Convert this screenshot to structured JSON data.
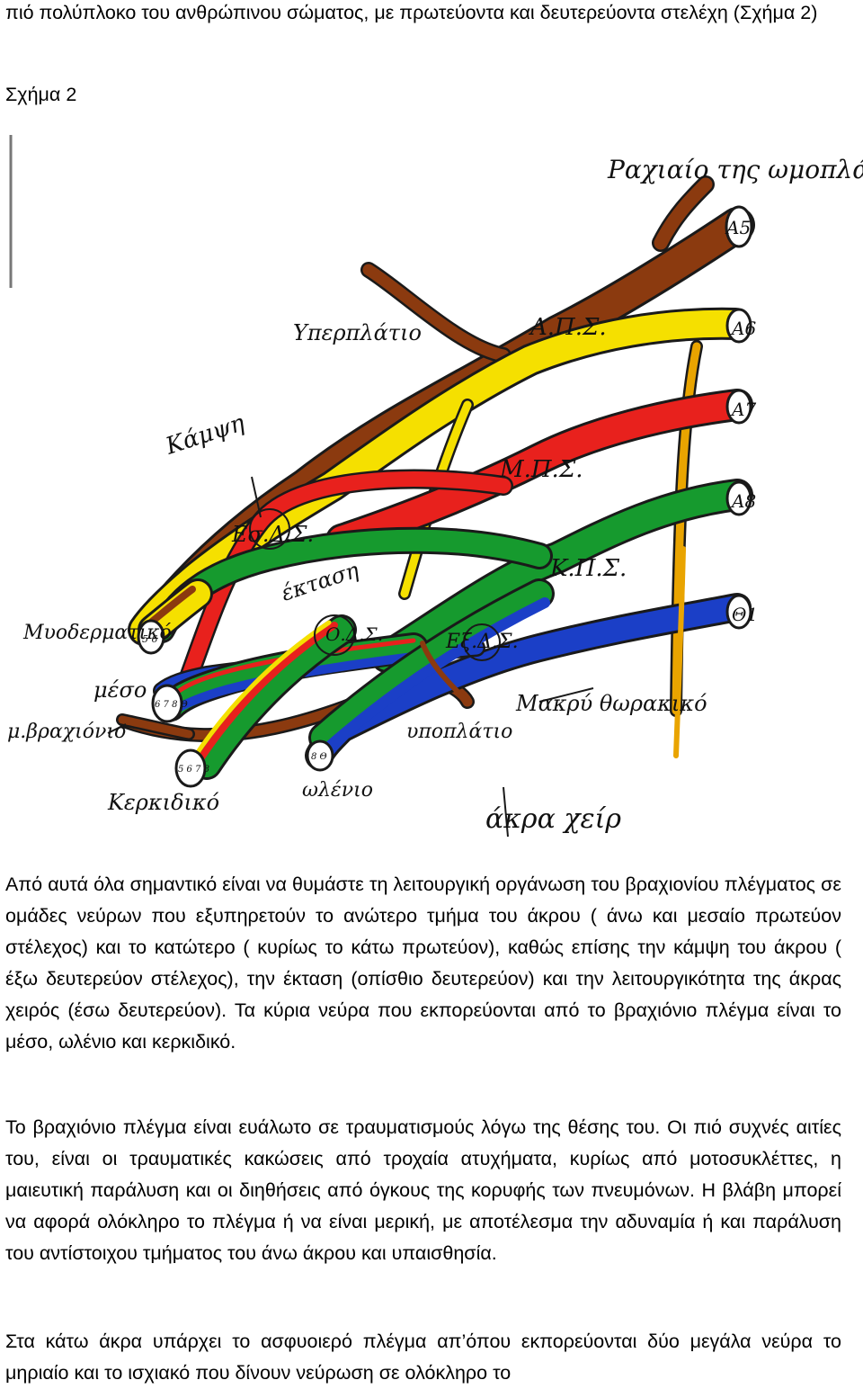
{
  "intro": "πιό πολύπλοκο του ανθρώπινου σώματος, με πρωτεύοντα και δευτερεύοντα στελέχη (Σχήμα 2)",
  "figure_caption": "Σχήμα 2",
  "figure": {
    "labels": {
      "dorsal_scapular": "Ραχιαίο της ωμοπλάτης",
      "suprascapular": "Υπερπλάτιο",
      "flexion": "Κάμψη",
      "extension": "έκταση",
      "musculocutaneous": "Μυοδερματικό",
      "median": "μέσο",
      "brachial": "μ.βραχιόνιο",
      "radial": "Κερκιδικό",
      "ulnar": "ωλένιο",
      "subscapular": "υποπλάτιο",
      "long_thoracic": "Μακρύ θωρακικό",
      "hand": "άκρα χείρ",
      "root_c5": "Α5",
      "root_c6": "Α6",
      "root_c7": "Α7",
      "root_c8": "Α8",
      "root_t1": "Θ1",
      "upper_trunk": "Α.Π.Σ.",
      "middle_trunk": "Μ.Π.Σ.",
      "lower_trunk": "Κ.Π.Σ.",
      "lateral_cord": "Εξ.Δ.Σ.",
      "posterior_cord": "Ο.Δ.Σ.",
      "medial_cord": "Εσ.Δ.Σ.",
      "cut_musculocutaneous": "5 6",
      "cut_median": "6 7 8 Θ",
      "cut_radial": "5 6 7 8",
      "cut_ulnar": "8 Θ"
    },
    "colors": {
      "c5": "#8b3a0f",
      "c6": "#f5e000",
      "c7": "#e8211d",
      "c8": "#169a2e",
      "t1": "#1b3fc7",
      "outline": "#1a1a1a"
    }
  },
  "paragraphs": [
    "Από αυτά όλα σημαντικό είναι να θυμάστε τη λειτουργική οργάνωση του βραχιονίου πλέγματος σε ομάδες νεύρων που εξυπηρετούν το ανώτερο τμήμα του άκρου ( άνω και μεσαίο πρωτεύον στέλεχος) και το κατώτερο ( κυρίως το κάτω πρωτεύον), καθώς επίσης την κάμψη του άκρου ( έξω δευτερεύον στέλεχος), την έκταση (οπίσθιο δευτερεύον) και την λειτουργικότητα της άκρας χειρός (έσω δευτερεύον). Τα κύρια νεύρα που εκπορεύονται από το βραχιόνιο πλέγμα είναι το μέσο, ωλένιο και κερκιδικό.",
    "Το βραχιόνιο πλέγμα είναι ευάλωτο σε τραυματισμούς λόγω της θέσης του. Οι πιό συχνές αιτίες του, είναι οι τραυματικές κακώσεις από τροχαία ατυχήματα, κυρίως από μοτοσυκλέττες, η μαιευτική παράλυση και οι διηθήσεις από όγκους της κορυφής των πνευμόνων. Η βλάβη μπορεί να αφορά ολόκληρο το πλέγμα ή να είναι μερική, με αποτέλεσμα την αδυναμία ή και παράλυση του αντίστοιχου τμήματος του άνω άκρου και υπαισθησία.",
    "Στα κάτω άκρα υπάρχει το ασφυοιερό πλέγμα απ’όπου εκπορεύονται δύο μεγάλα νεύρα το μηριαίο και το ισχιακό που δίνουν νεύρωση σε ολόκληρο το"
  ]
}
